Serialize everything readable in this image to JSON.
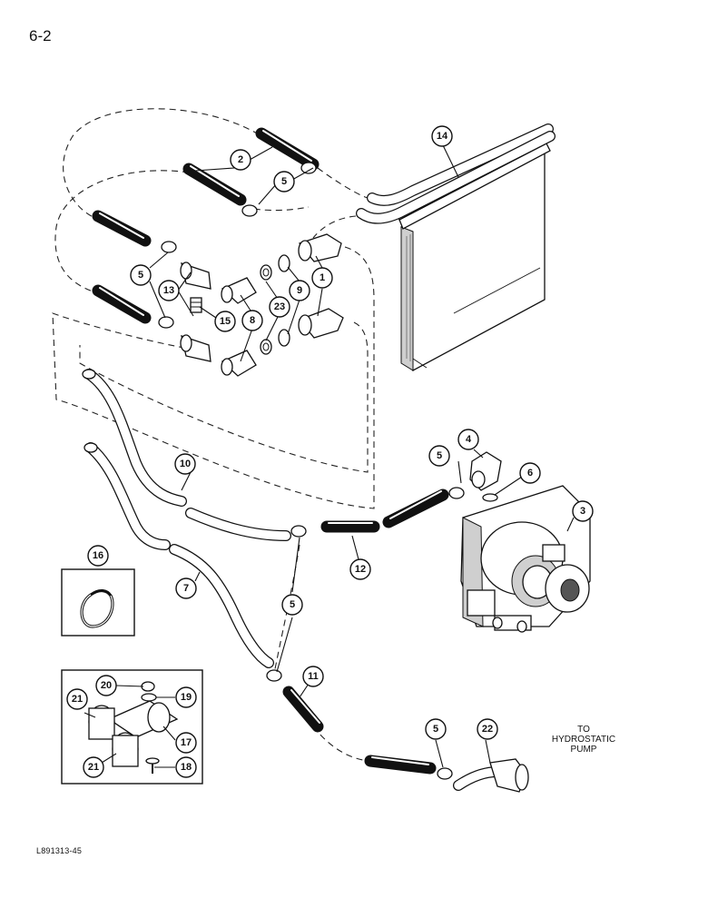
{
  "page": {
    "number": "6-2",
    "figure_code": "L891313-45"
  },
  "note": {
    "line1": "TO",
    "line2": "HYDROSTATIC",
    "line3": "PUMP"
  },
  "callouts": [
    {
      "id": "c1",
      "label": "1"
    },
    {
      "id": "c2",
      "label": "2"
    },
    {
      "id": "c3",
      "label": "3"
    },
    {
      "id": "c4",
      "label": "4"
    },
    {
      "id": "c5a",
      "label": "5"
    },
    {
      "id": "c5b",
      "label": "5"
    },
    {
      "id": "c5c",
      "label": "5"
    },
    {
      "id": "c5d",
      "label": "5"
    },
    {
      "id": "c5e",
      "label": "5"
    },
    {
      "id": "c6",
      "label": "6"
    },
    {
      "id": "c7",
      "label": "7"
    },
    {
      "id": "c8",
      "label": "8"
    },
    {
      "id": "c9",
      "label": "9"
    },
    {
      "id": "c10",
      "label": "10"
    },
    {
      "id": "c11",
      "label": "11"
    },
    {
      "id": "c12",
      "label": "12"
    },
    {
      "id": "c13",
      "label": "13"
    },
    {
      "id": "c14",
      "label": "14"
    },
    {
      "id": "c15",
      "label": "15"
    },
    {
      "id": "c16",
      "label": "16"
    },
    {
      "id": "c17",
      "label": "17"
    },
    {
      "id": "c18",
      "label": "18"
    },
    {
      "id": "c19",
      "label": "19"
    },
    {
      "id": "c20",
      "label": "20"
    },
    {
      "id": "c21a",
      "label": "21"
    },
    {
      "id": "c21b",
      "label": "21"
    },
    {
      "id": "c22",
      "label": "22"
    },
    {
      "id": "c23",
      "label": "23"
    }
  ]
}
